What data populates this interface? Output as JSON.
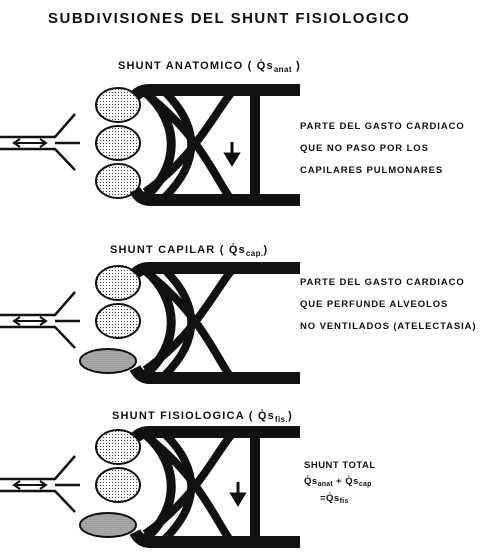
{
  "title": "SUBDIVISIONES DEL SHUNT FISIOLOGICO",
  "sections": [
    {
      "heading": "SHUNT ANATOMICO",
      "symbol_open": "( Q̇s",
      "symbol_sub": "anat",
      "symbol_close": " )",
      "lines": [
        "PARTE DEL GASTO CARDIACO",
        "QUE NO PASO POR LOS",
        "CAPILARES PULMONARES"
      ]
    },
    {
      "heading": "SHUNT CAPILAR",
      "symbol_open": "( Q̇s",
      "symbol_sub": "cap.",
      "symbol_close": ")",
      "lines": [
        "PARTE DEL GASTO CARDIACO",
        "QUE PERFUNDE ALVEOLOS",
        "NO VENTILADOS (ATELECTASIA)"
      ]
    },
    {
      "heading": "SHUNT FISIOLOGICA",
      "symbol_open": "( Q̇s",
      "symbol_sub": "fis.",
      "symbol_close": ")",
      "total_label": "SHUNT TOTAL",
      "formula_a": "Q̇s",
      "formula_a_sub": "anat",
      "formula_plus": " + Q̇s",
      "formula_b_sub": "cap",
      "formula_eq": "=Q̇s",
      "formula_eq_sub": "fis"
    }
  ]
}
